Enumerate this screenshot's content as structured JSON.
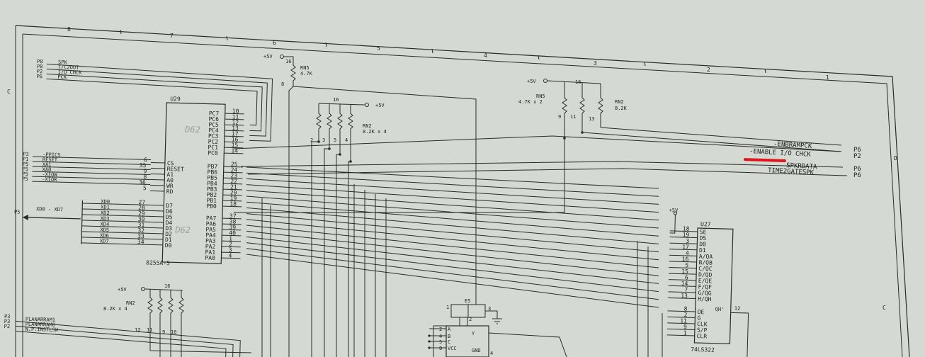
{
  "border": {
    "zones_top": [
      "8",
      "7",
      "6",
      "5",
      "4",
      "3",
      "2",
      "1"
    ],
    "zones_side": [
      "C",
      "D",
      "C"
    ]
  },
  "u29": {
    "ref": "U29",
    "part": "8255A-5",
    "left_pins": [
      {
        "num": "6",
        "name": "CS"
      },
      {
        "num": "35",
        "name": "RESET"
      },
      {
        "num": "9",
        "name": "A1"
      },
      {
        "num": "8",
        "name": "A0"
      },
      {
        "num": "36",
        "name": "WR"
      },
      {
        "num": "5",
        "name": "RD"
      },
      {
        "num": "27",
        "name": "D7"
      },
      {
        "num": "28",
        "name": "D6"
      },
      {
        "num": "29",
        "name": "D5"
      },
      {
        "num": "30",
        "name": "D4"
      },
      {
        "num": "31",
        "name": "D3"
      },
      {
        "num": "32",
        "name": "D2"
      },
      {
        "num": "33",
        "name": "D1"
      },
      {
        "num": "34",
        "name": "D0"
      }
    ],
    "right_pins": [
      {
        "num": "10",
        "name": "PC7"
      },
      {
        "num": "11",
        "name": "PC6"
      },
      {
        "num": "12",
        "name": "PC5"
      },
      {
        "num": "13",
        "name": "PC4"
      },
      {
        "num": "17",
        "name": "PC3"
      },
      {
        "num": "16",
        "name": "PC2"
      },
      {
        "num": "15",
        "name": "PC1"
      },
      {
        "num": "14",
        "name": "PC0"
      },
      {
        "num": "25",
        "name": "PB7"
      },
      {
        "num": "24",
        "name": "PB6"
      },
      {
        "num": "23",
        "name": "PB5"
      },
      {
        "num": "22",
        "name": "PB4"
      },
      {
        "num": "21",
        "name": "PB3"
      },
      {
        "num": "20",
        "name": "PB2"
      },
      {
        "num": "19",
        "name": "PB1"
      },
      {
        "num": "18",
        "name": "PB0"
      },
      {
        "num": "37",
        "name": "PA7"
      },
      {
        "num": "38",
        "name": "PA6"
      },
      {
        "num": "39",
        "name": "PA5"
      },
      {
        "num": "40",
        "name": "PA4"
      },
      {
        "num": "1",
        "name": "PA3"
      },
      {
        "num": "2",
        "name": "PA2"
      },
      {
        "num": "3",
        "name": "PA1"
      },
      {
        "num": "4",
        "name": "PA0"
      }
    ]
  },
  "top_left_signals": [
    {
      "ref": "P8",
      "name": "SPK"
    },
    {
      "ref": "P8",
      "name": "T/C2OUT"
    },
    {
      "ref": "P2",
      "name": "I/O CHCK"
    },
    {
      "ref": "P6",
      "name": "PCK"
    }
  ],
  "control_signals": [
    {
      "ref": "P3",
      "name": "-PPICS"
    },
    {
      "ref": "P1",
      "name": "RESET"
    },
    {
      "ref": "P5",
      "name": "XA1"
    },
    {
      "ref": "P5",
      "name": "XA0"
    },
    {
      "ref": "P5",
      "name": "-XIOW"
    },
    {
      "ref": "P5",
      "name": "-XIOR"
    }
  ],
  "data_bus": {
    "ref": "P5",
    "label": "XD0 - XD7",
    "lines": [
      "XD0",
      "XD1",
      "XD2",
      "XD3",
      "XD4",
      "XD5",
      "XD6",
      "XD7"
    ]
  },
  "rn5_top": {
    "ref": "RN5",
    "value": "4.7K",
    "supply": "+5V",
    "pin_top": "16",
    "pin_bottom": "8"
  },
  "rn2_mid": {
    "ref": "RN2",
    "value": "8.2K x 4",
    "supply": "+5V",
    "pin_top": "16",
    "pins": [
      "2",
      "3",
      "5",
      "4"
    ]
  },
  "rn5_rn2_right": {
    "supply": "+5V",
    "pin_top": "16",
    "rn5_ref": "RN5",
    "rn5_value": "4.7K x 2",
    "rn2_ref": "RN2",
    "rn2_value": "8.2K",
    "pins": [
      "9",
      "11",
      "13"
    ]
  },
  "rn2_bottom": {
    "ref": "RN2",
    "value": "8.2K x 4",
    "supply": "+5V",
    "pin_top": "16",
    "pins": [
      "12",
      "11",
      "9",
      "10"
    ]
  },
  "right_signals": [
    {
      "name": "-ENBRAMPCK",
      "ref": "P6"
    },
    {
      "name": "-ENABLE I/O CHCK",
      "ref": "P2"
    },
    {
      "name": "SPKRDATA",
      "ref": "P6"
    },
    {
      "name": "TIME2GATESPK",
      "ref": "P6"
    }
  ],
  "bottom_left_signals": [
    {
      "ref": "P3",
      "name": "PLANARRAM1"
    },
    {
      "ref": "P3",
      "name": "PLANARRAM0"
    },
    {
      "ref": "P2",
      "name": "N.P.INSTLSW"
    }
  ],
  "u27": {
    "ref": "U27",
    "part": "74LS322",
    "supply": "+5V",
    "pins": [
      {
        "num": "18",
        "name": "SE"
      },
      {
        "num": "19",
        "name": "DS"
      },
      {
        "num": "3",
        "name": "D0"
      },
      {
        "num": "17",
        "name": "D1"
      },
      {
        "num": "4",
        "name": "A/QA"
      },
      {
        "num": "16",
        "name": "B/QB"
      },
      {
        "num": "5",
        "name": "C/QC"
      },
      {
        "num": "15",
        "name": "D/QD"
      },
      {
        "num": "6",
        "name": "E/QE"
      },
      {
        "num": "14",
        "name": "F/QF"
      },
      {
        "num": "7",
        "name": "G/QG"
      },
      {
        "num": "13",
        "name": "H/QH"
      },
      {
        "num": "8",
        "name": "OE"
      },
      {
        "num": "2",
        "name": "G"
      },
      {
        "num": "11",
        "name": "CLK"
      },
      {
        "num": "9",
        "name": "S/P"
      },
      {
        "num": "1",
        "name": "CLR"
      }
    ],
    "out_pin": "12",
    "out_name": "QH'"
  },
  "e5": {
    "ref": "E5",
    "pins": [
      "1",
      "2",
      "3"
    ]
  },
  "u_bottom": {
    "pins": [
      {
        "num": "2",
        "name": "A"
      },
      {
        "num": "4",
        "name": "B"
      },
      {
        "num": "5",
        "name": "C"
      },
      {
        "num": "8",
        "name": "VCC"
      }
    ],
    "out": "Y",
    "gnd_num": "4",
    "gnd_name": "GND"
  },
  "annotations": {
    "ic_pencil_1": "D62",
    "ic_pencil_2": "D62"
  },
  "colors": {
    "paper": "#d4dad3",
    "ink": "#2a2a2a",
    "highlight": "#e0151b"
  }
}
